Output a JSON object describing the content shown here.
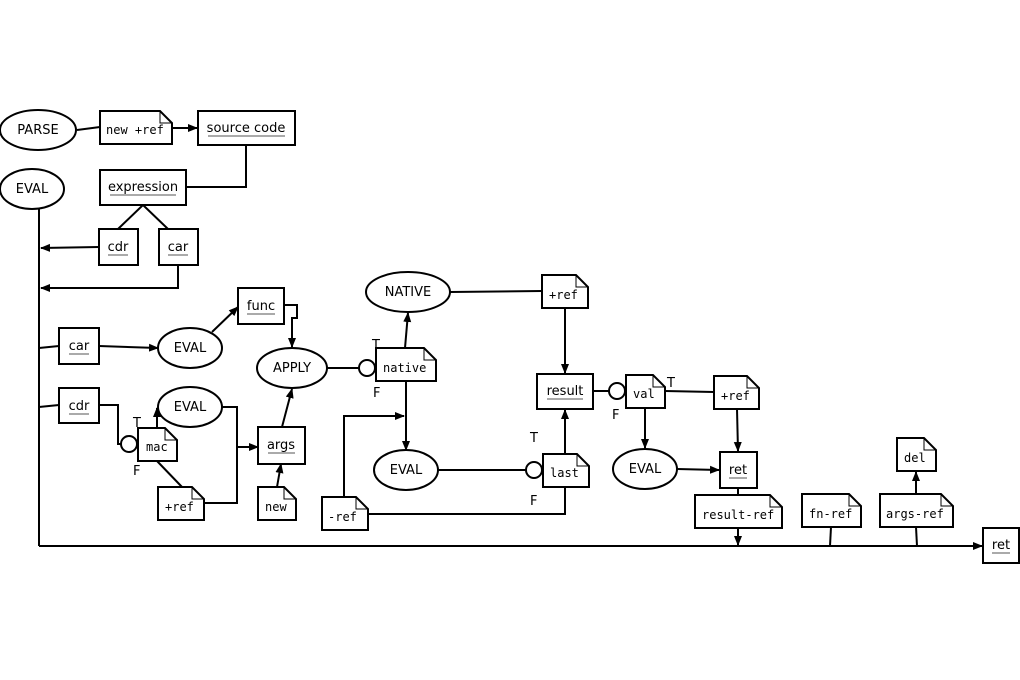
{
  "nodes": {
    "parse": "PARSE",
    "new_ref": "new +ref",
    "source_code": "source code",
    "eval_start": "EVAL",
    "expression": "expression",
    "cdr1": "cdr",
    "car1": "car",
    "car2": "car",
    "eval_car": "EVAL",
    "func": "func",
    "apply": "APPLY",
    "cdr2": "cdr",
    "eval_mac": "EVAL",
    "mac": "mac",
    "ref_mac": "+ref",
    "args": "args",
    "new": "new",
    "native_ellipse": "NATIVE",
    "native_note": "native",
    "ref_native": "+ref",
    "result": "result",
    "val": "val",
    "ref_val": "+ref",
    "eval_mid": "EVAL",
    "last": "last",
    "minus_ref": "-ref",
    "eval_val": "EVAL",
    "ret_mid": "ret",
    "result_ref": "result-ref",
    "fn_ref": "fn-ref",
    "args_ref": "args-ref",
    "del": "del",
    "ret_end": "ret"
  },
  "branch_labels": {
    "mac_t": "T",
    "mac_f": "F",
    "native_t": "T",
    "native_f": "F",
    "last_t": "T",
    "last_f": "F",
    "val_t": "T",
    "val_f": "F"
  }
}
